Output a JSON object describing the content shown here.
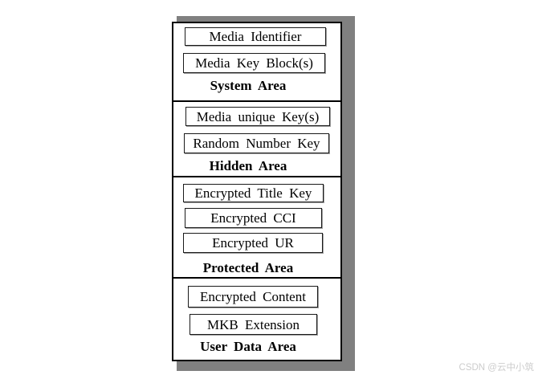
{
  "figure": {
    "shadow_color": "#808080",
    "outer_border_color": "#000000",
    "background_color": "#ffffff",
    "sections": [
      {
        "label": "System Area",
        "boxes": [
          "Media Identifier",
          "Media Key Block(s)"
        ]
      },
      {
        "label": "Hidden Area",
        "boxes": [
          "Media unique Key(s)",
          "Random Number Key"
        ]
      },
      {
        "label": "Protected Area",
        "boxes": [
          "Encrypted Title Key",
          "Encrypted CCI",
          "Encrypted UR"
        ]
      },
      {
        "label": "User Data Area",
        "boxes": [
          "Encrypted Content",
          "MKB Extension"
        ]
      }
    ]
  },
  "watermark": {
    "text": "CSDN @云中小筑",
    "color": "#cccccc"
  }
}
